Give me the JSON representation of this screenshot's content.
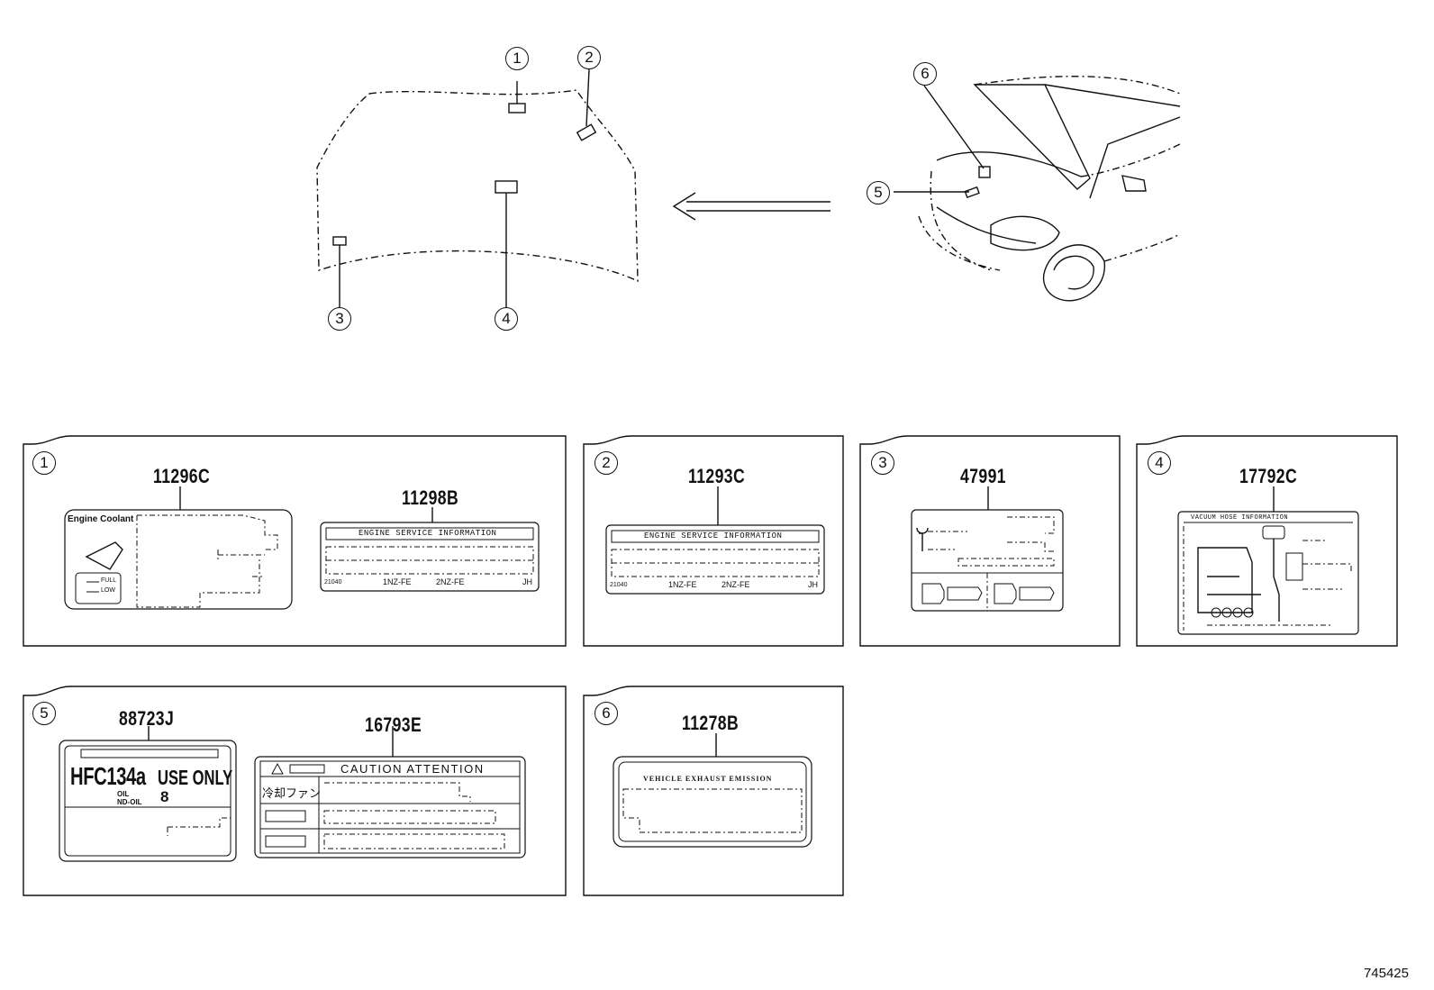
{
  "callouts": [
    "1",
    "2",
    "3",
    "4",
    "5",
    "6"
  ],
  "parts": {
    "p1a": "11296C",
    "p1b": "11298B",
    "p2": "11293C",
    "p3": "47991",
    "p4": "17792C",
    "p5a": "88723J",
    "p5b": "16793E",
    "p6": "11278B"
  },
  "label_11296C": {
    "title": "Engine Coolant",
    "full": "FULL",
    "low": "LOW"
  },
  "label_11298B": {
    "header": "ENGINE SERVICE INFORMATION",
    "code": "21040",
    "engine1": "1NZ-FE",
    "engine2": "2NZ-FE",
    "suffix": "JH"
  },
  "label_11293C": {
    "header": "ENGINE SERVICE INFORMATION",
    "code": "21040",
    "engine1": "1NZ-FE",
    "engine2": "2NZ-FE",
    "suffix": "JH"
  },
  "label_17792C": {
    "header": "VACUUM HOSE INFORMATION"
  },
  "label_88723J": {
    "line1": "HFC134a",
    "line1b": "USE ONLY",
    "oil": "OIL",
    "oil2": "ND-OIL",
    "oilnum": "8"
  },
  "label_16793E": {
    "header": "CAUTION  ATTENTION",
    "row1": "冷却ファン"
  },
  "label_11278B": {
    "header": "VEHICLE EXHAUST EMISSION"
  },
  "reference_number": "745425"
}
